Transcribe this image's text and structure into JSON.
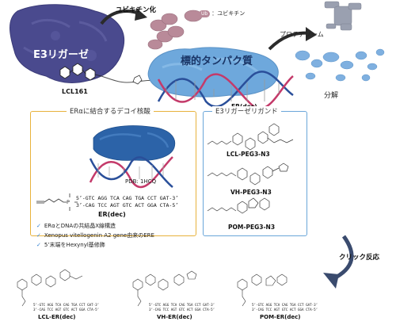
{
  "labels": {
    "ubiquitination": "ユビキチン化",
    "ub_legend": "：ユビキチン",
    "ub_symbol": "Ub",
    "e3_ligase": "E3リガーゼ",
    "lcl161": "LCL161",
    "target_protein": "標的タンパク質",
    "proteasome": "プロテアソーム",
    "er_dec_top": "ER(dec)",
    "degradation": "分解",
    "click_reaction": "クリック反応"
  },
  "er_box": {
    "title": "ERαに結合するデコイ核酸",
    "pdb": "PDB: 1HCQ",
    "seq_top": "5’-GTC AGG TCA CAG TGA CCT GAT-3’",
    "seq_bottom": "3’-CAG TCC AGT GTC ACT GGA CTA-5’",
    "name": "ER(dec)",
    "features": [
      "ERαとDNAの共結晶X線構造",
      "Xenopus vitellogenin A2 gene由来のERE",
      "5’末端をHexynyl基修飾"
    ]
  },
  "ligand_box": {
    "title": "E3リガーゼリガンド",
    "ligands": [
      "LCL-PEG3-N3",
      "VH-PEG3-N3",
      "POM-PEG3-N3"
    ]
  },
  "products": {
    "names": [
      "LCL-ER(dec)",
      "VH-ER(dec)",
      "POM-ER(dec)"
    ],
    "seq_top": "5’-GTC AGG TCA CAG TGA CCT GAT-3’",
    "seq_bottom": "3’-CAG TCC AGT GTC ACT GGA CTA-5’"
  },
  "colors": {
    "e3": "#4a4a8e",
    "target": "#6ea8dc",
    "proteasome": "#9aa0b0",
    "fragments": "#7fb0e0",
    "ub": "#b98a99",
    "dna_blue": "#2a4f9a",
    "dna_red": "#c43a6a",
    "er_box_border": "#e8b23c",
    "ligand_box_border": "#6aa6d9",
    "check": "#2f7fd1",
    "arrow": "#3a4b6e"
  }
}
